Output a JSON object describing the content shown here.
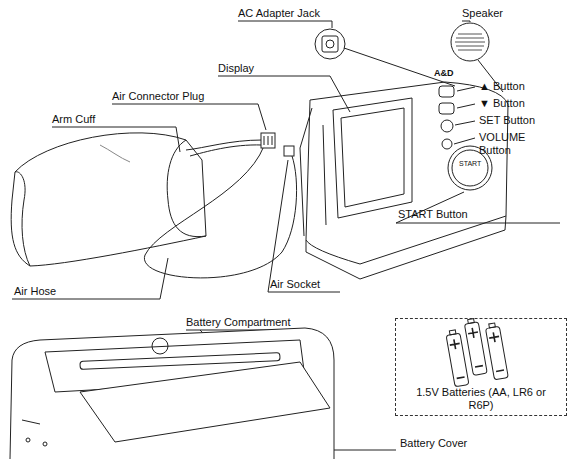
{
  "diagram": {
    "nodes": [
      {
        "text": [
          "1.5V Batteries (AA, LR6 or R6P)"
        ]
      }
    ],
    "labels": [
      "AC Adapter Jack",
      "Speaker",
      "Display",
      "Air Connector Plug",
      "Arm Cuff",
      "▲ Button",
      "▼ Button",
      "SET Button",
      "VOLUME Button",
      "START Button",
      "Air Hose",
      "Air Socket",
      "Battery Compartment",
      "Battery Cover",
      "A&D",
      "START"
    ]
  }
}
